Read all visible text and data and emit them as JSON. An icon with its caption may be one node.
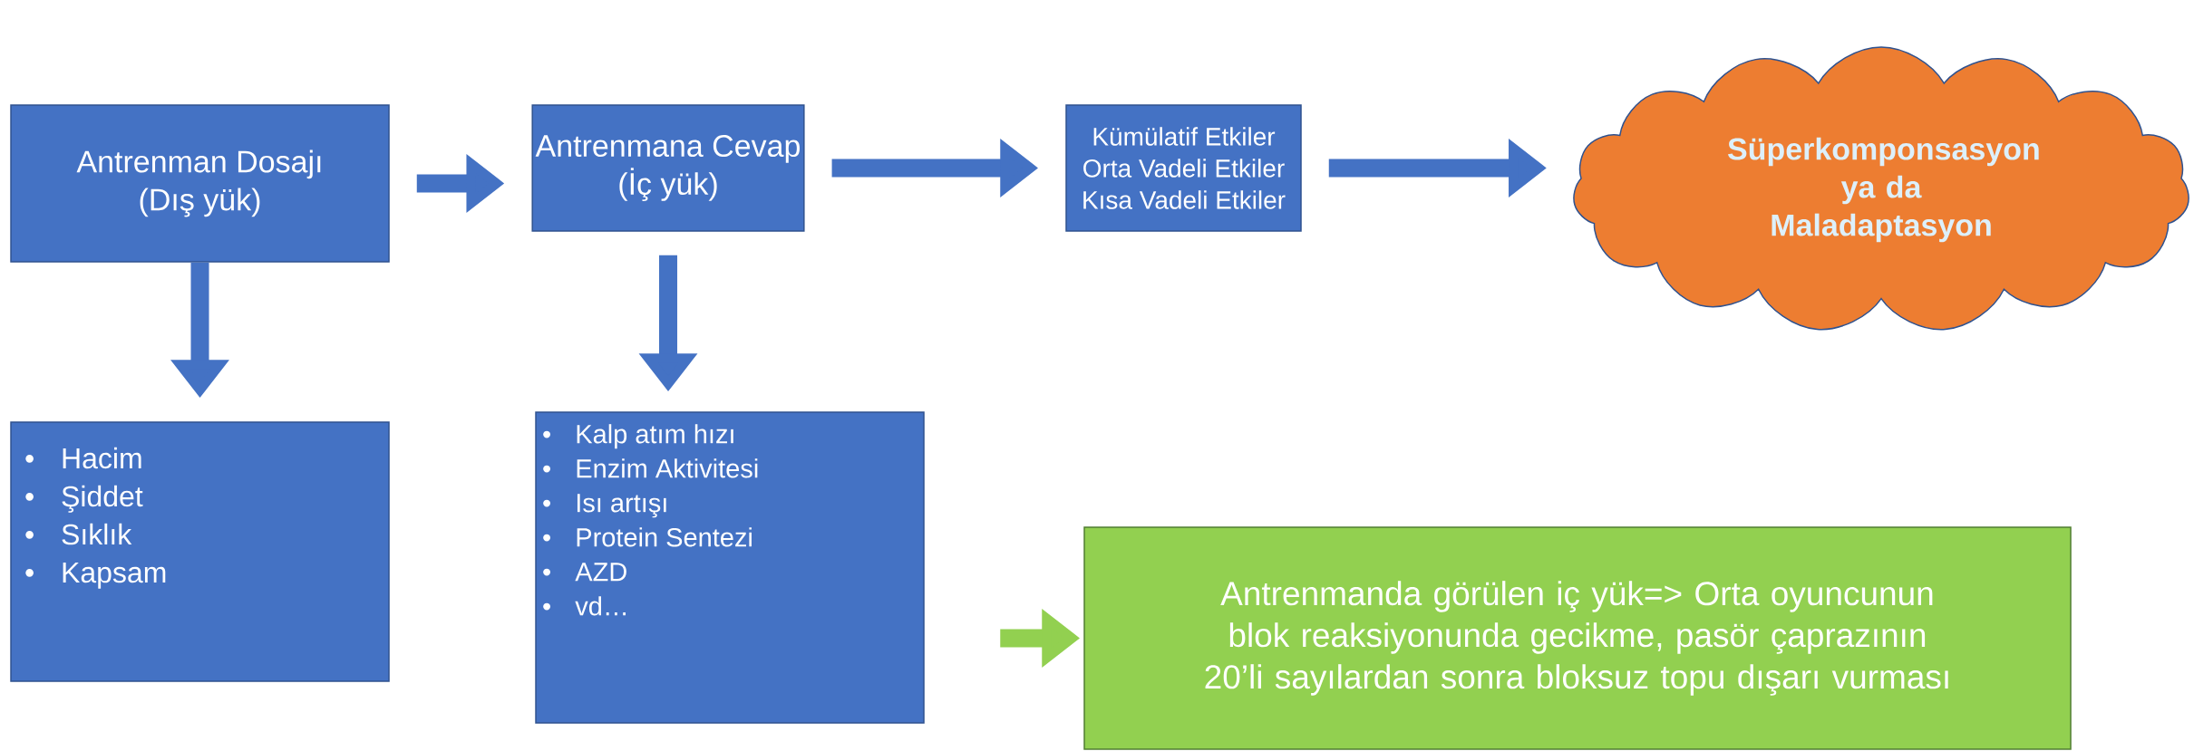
{
  "diagram": {
    "nodes": [
      {
        "text": [
          "Antrenman Dosajı",
          "(Dış yük)"
        ]
      },
      {
        "text": [
          "Antrenmana Cevap",
          "(İç yük)"
        ]
      },
      {
        "text": [
          "Kümülatif Etkiler",
          "Orta Vadeli Etkiler",
          "Kısa Vadeli Etkiler"
        ]
      },
      {
        "text": [
          "Süperkomponsasyon ya da Maladaptasyon"
        ]
      },
      {
        "text": [
          "Hacim",
          "Şiddet",
          "Sıklık",
          "Kapsam"
        ]
      },
      {
        "text": [
          "Kalp atım hızı",
          "Enzim Aktivitesi",
          "Isı artışı",
          "Protein Sentezi",
          "AZD",
          "vd…"
        ]
      },
      {
        "text": [
          "Antrenmanda görülen iç yük=> Orta oyuncunun blok reaksiyonunda gecikme, pasör çaprazının 20’li sayılardan sonra bloksuz topu dışarı vurması"
        ]
      }
    ],
    "edges": [
      {
        "from": 0,
        "to": 1,
        "arrow": "to"
      },
      {
        "from": 1,
        "to": 2,
        "arrow": "to"
      },
      {
        "from": 2,
        "to": 3,
        "arrow": "to"
      },
      {
        "from": 0,
        "to": 4,
        "arrow": "to"
      },
      {
        "from": 1,
        "to": 5,
        "arrow": "to"
      },
      {
        "from": null,
        "to": 6,
        "arrow": "to",
        "color": "#92d050"
      }
    ],
    "labels": [
      "•",
      "•",
      "•",
      "•",
      "•",
      "•",
      "•",
      "•",
      "•",
      "•"
    ]
  }
}
